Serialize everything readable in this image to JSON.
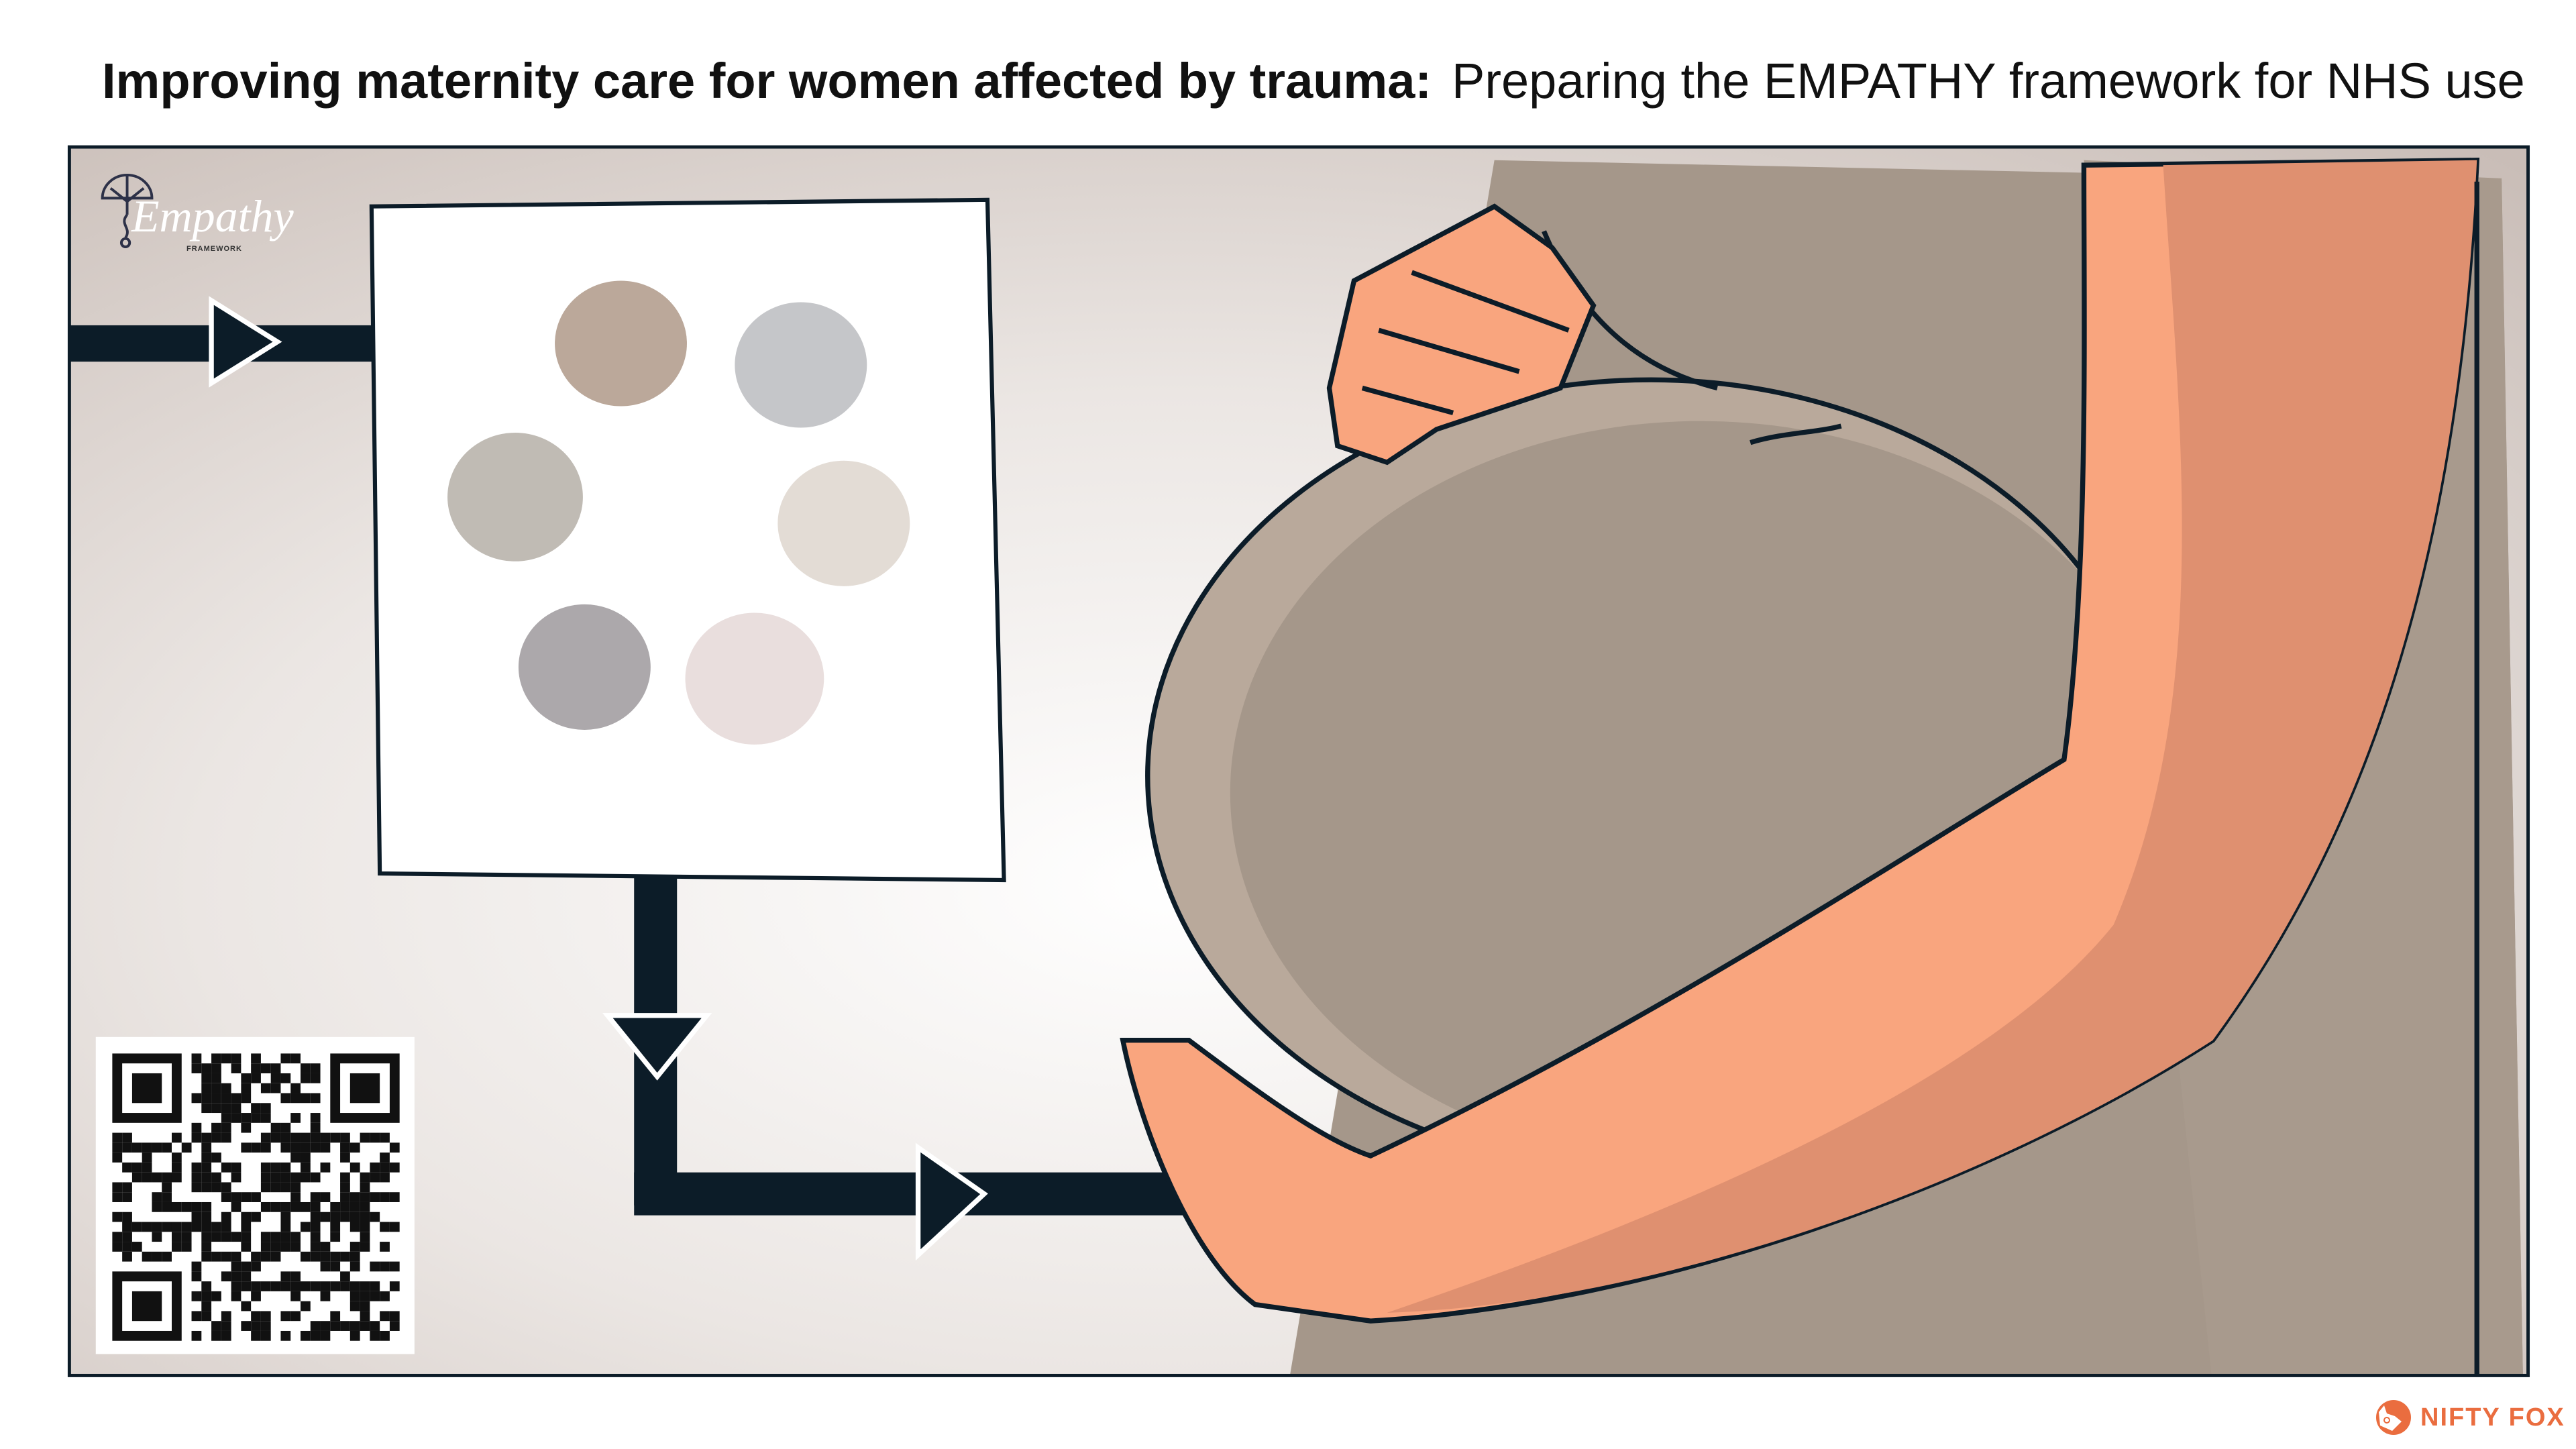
{
  "title": {
    "bold": "Improving maternity care for women affected by trauma:",
    "light": "Preparing the EMPATHY framework for NHS use"
  },
  "logo": {
    "name": "Empathy",
    "subtitle": "FRAMEWORK"
  },
  "brand": {
    "name": "NIFTY FOX",
    "color": "#ea6d3f"
  },
  "palette_swatches": [
    "#bba89a",
    "#c5c6c9",
    "#c0bbb4",
    "#e3dcd5",
    "#aca8ab",
    "#e9dedd"
  ],
  "colors": {
    "shirt": "#a5978a",
    "skin": "#f9a57e",
    "skin_shadow": "#df9070",
    "arrow": "#0c1c28"
  }
}
